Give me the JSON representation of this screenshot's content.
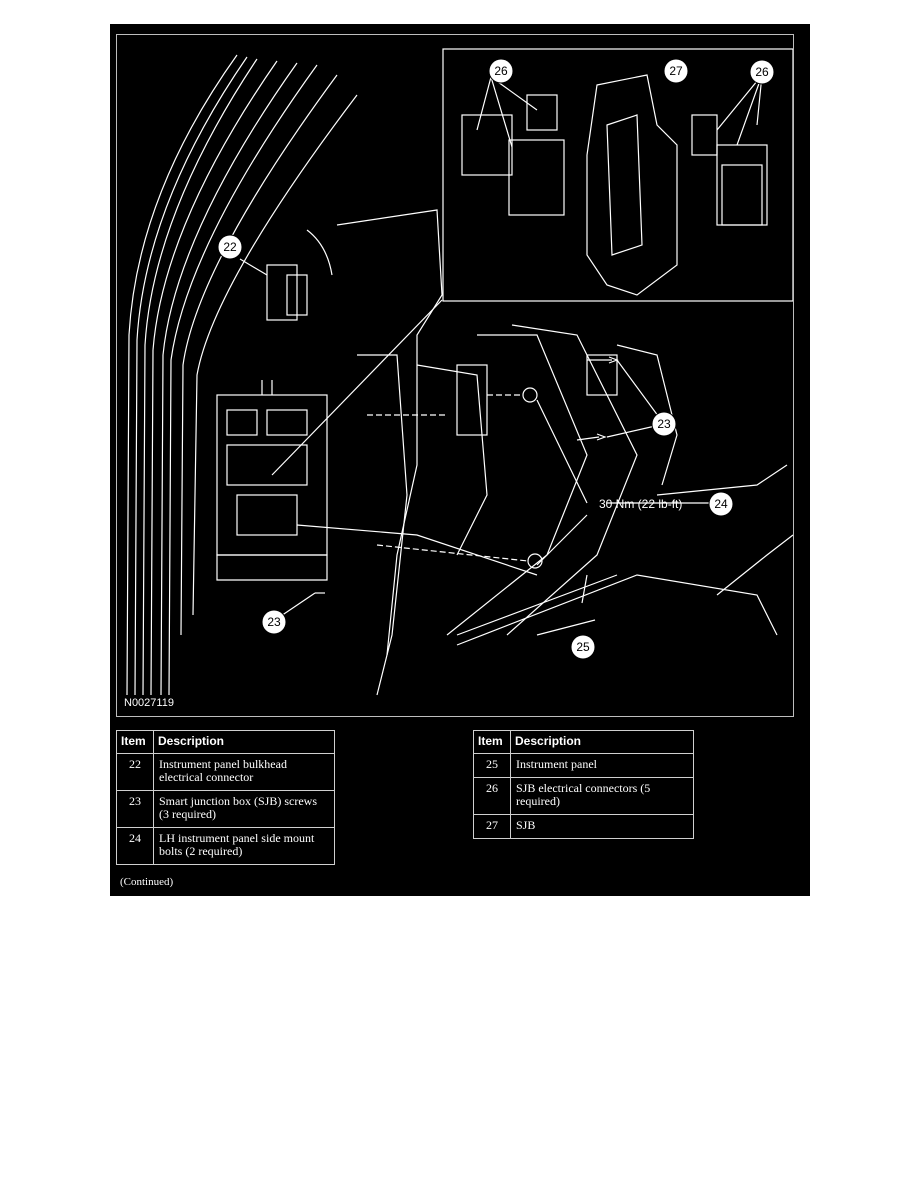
{
  "figure": {
    "id": "N0027119",
    "torque_label": "30 Nm (22 lb-ft)",
    "callouts": [
      "22",
      "23",
      "23",
      "24",
      "25",
      "26",
      "27",
      "26"
    ]
  },
  "legend": {
    "header_item": "Item",
    "header_description": "Description",
    "left_rows": [
      {
        "item": "22",
        "description": "Instrument panel bulkhead electrical connector"
      },
      {
        "item": "23",
        "description": "Smart junction box (SJB) screws (3 required)"
      },
      {
        "item": "24",
        "description": "LH instrument panel side mount bolts (2 required)"
      }
    ],
    "right_rows": [
      {
        "item": "25",
        "description": "Instrument panel"
      },
      {
        "item": "26",
        "description": "SJB electrical connectors (5 required)"
      },
      {
        "item": "27",
        "description": "SJB"
      }
    ]
  },
  "continued": "(Continued)"
}
